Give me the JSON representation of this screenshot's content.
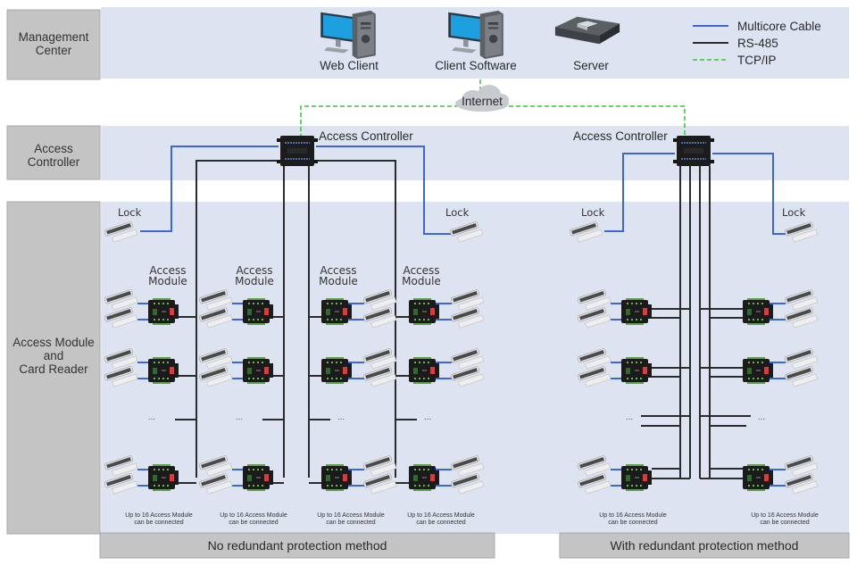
{
  "diagram": {
    "title": "Access control system topology",
    "tiers": [
      {
        "id": "management",
        "label_lines": [
          "Management",
          "Center"
        ]
      },
      {
        "id": "controller",
        "label_lines": [
          "Access",
          "Controller"
        ]
      },
      {
        "id": "module",
        "label_lines": [
          "Access Module",
          "and",
          "Card Reader"
        ]
      }
    ],
    "management_devices": [
      {
        "id": "web-client",
        "label": "Web Client",
        "icon": "desktop-computer-icon"
      },
      {
        "id": "client-software",
        "label": "Client Software",
        "icon": "desktop-computer-icon"
      },
      {
        "id": "server",
        "label": "Server",
        "icon": "server-icon"
      }
    ],
    "legend": [
      {
        "label": "Multicore Cable",
        "style": "solid",
        "color": "#3a66d6"
      },
      {
        "label": "RS-485",
        "style": "solid",
        "color": "#2b2b2b"
      },
      {
        "label": "TCP/IP",
        "style": "dashed",
        "color": "#3cc23c"
      }
    ],
    "internet_label": "Internet",
    "controller_label": "Access Controller",
    "lock_label": "Lock",
    "module_label_lines": [
      "Access",
      "Module"
    ],
    "ellipsis": "...",
    "capacity_note_lines": [
      "Up to 16 Access Module",
      "can be connected"
    ],
    "sections": [
      {
        "id": "no-redundancy",
        "label": "No redundant protection method",
        "branches": 4
      },
      {
        "id": "redundancy",
        "label": "With redundant protection method",
        "branches": 2
      }
    ],
    "colors": {
      "band": "#dde3f0",
      "side_box": "#c4c4c4",
      "multicore": "#3a66d6",
      "rs485": "#2b2b2b",
      "tcpip": "#3cc23c"
    }
  }
}
